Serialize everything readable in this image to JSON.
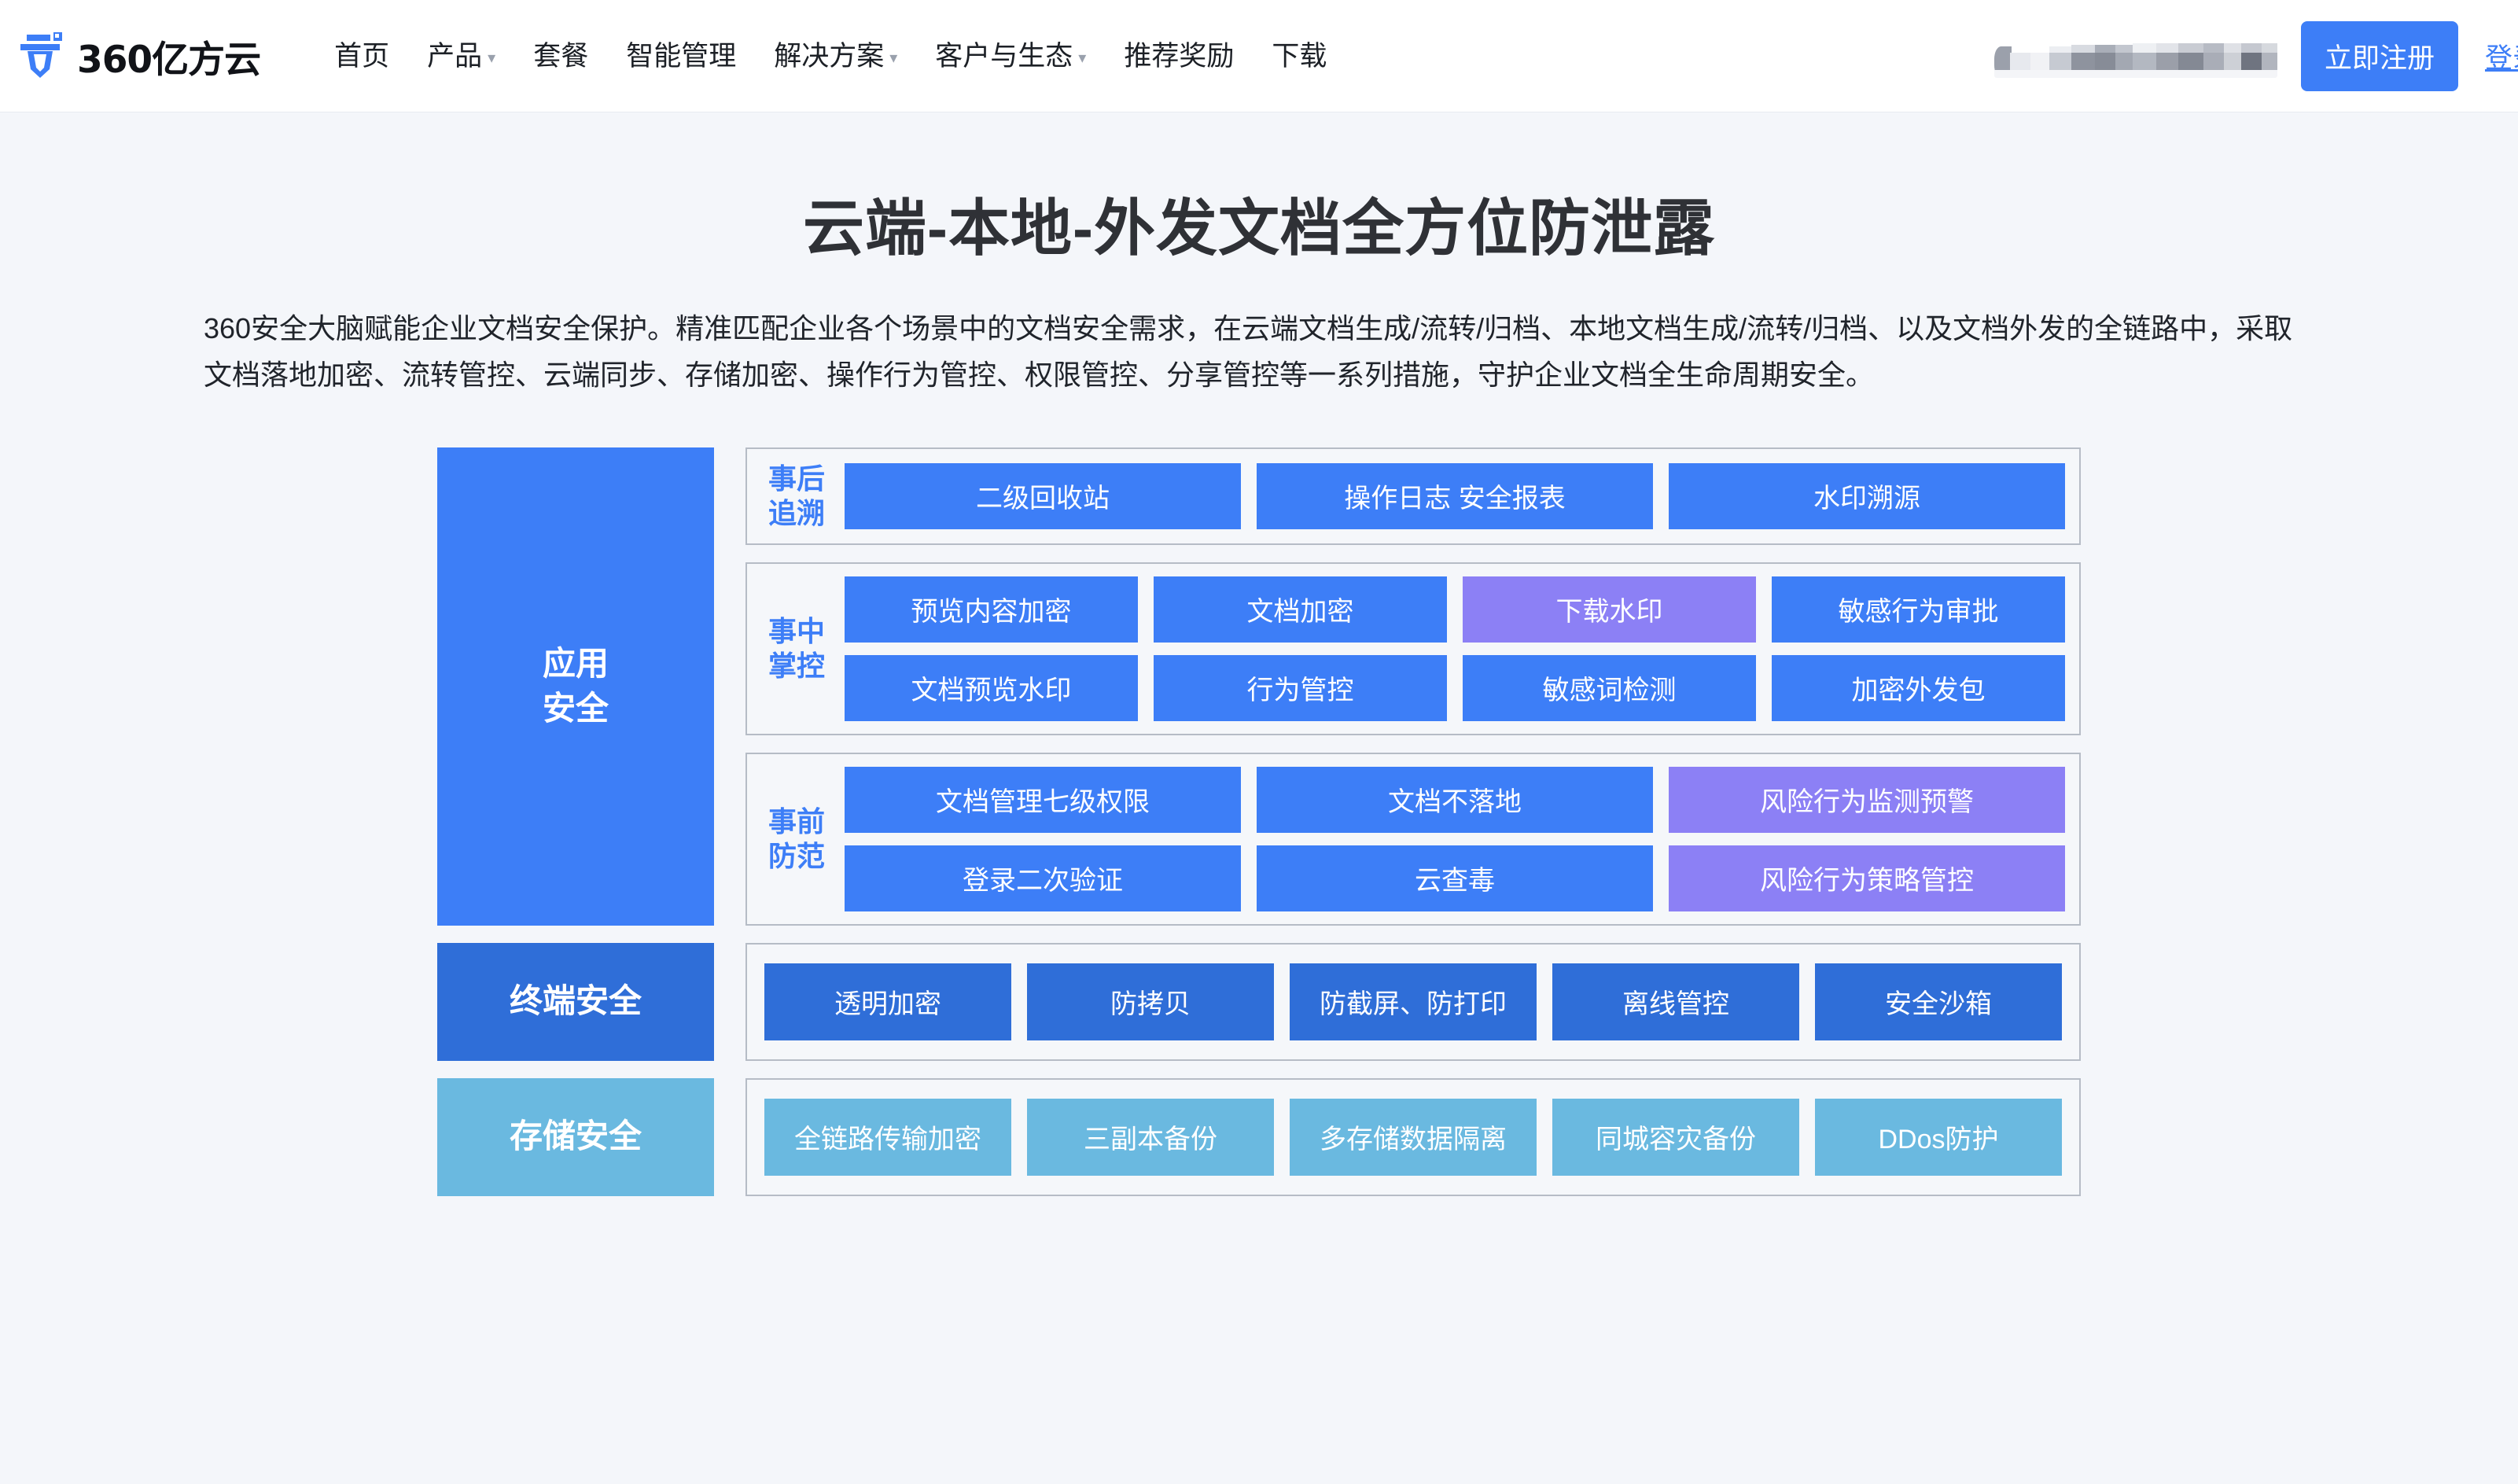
{
  "header": {
    "brand_name": "360亿方云",
    "logo_icon": "yifangyun-logo-icon",
    "nav": [
      {
        "label": "首页",
        "has_caret": false
      },
      {
        "label": "产品",
        "has_caret": true
      },
      {
        "label": "套餐",
        "has_caret": false
      },
      {
        "label": "智能管理",
        "has_caret": false
      },
      {
        "label": "解决方案",
        "has_caret": true
      },
      {
        "label": "客户与生态",
        "has_caret": true
      },
      {
        "label": "推荐奖励",
        "has_caret": false
      },
      {
        "label": "下载",
        "has_caret": false
      }
    ],
    "register_label": "立即注册",
    "login_label": "登录",
    "phone_redacted_note": ""
  },
  "hero": {
    "title": "云端-本地-外发文档全方位防泄露",
    "description": "360安全大脑赋能企业文档安全保护。精准匹配企业各个场景中的文档安全需求，在云端文档生成/流转/归档、本地文档生成/流转/归档、以及文档外发的全链路中，采取文档落地加密、流转管控、云端同步、存储加密、操作行为管控、权限管控、分享管控等一系列措施，守护企业文档全生命周期安全。"
  },
  "colors": {
    "brand_blue": "#3d7ef7",
    "dark_blue": "#2f6ed8",
    "light_blue": "#6ab9e0",
    "purple": "#8c80f5",
    "page_bg": "#f4f6fa",
    "panel_bg": "#f5f7fa",
    "panel_border": "#b6bcc6"
  },
  "diagram": {
    "layers": [
      {
        "name": "应用安全",
        "label_lines": [
          "应用",
          "安全"
        ],
        "groups": [
          {
            "name": "事后追溯",
            "label_lines": [
              "事后",
              "追溯"
            ],
            "rows": [
              [
                {
                  "label": "二级回收站",
                  "style": "blue"
                },
                {
                  "label": "操作日志  安全报表",
                  "style": "blue"
                },
                {
                  "label": "水印溯源",
                  "style": "blue"
                }
              ]
            ]
          },
          {
            "name": "事中掌控",
            "label_lines": [
              "事中",
              "掌控"
            ],
            "rows": [
              [
                {
                  "label": "预览内容加密",
                  "style": "blue"
                },
                {
                  "label": "文档加密",
                  "style": "blue"
                },
                {
                  "label": "下载水印",
                  "style": "purple"
                },
                {
                  "label": "敏感行为审批",
                  "style": "blue"
                }
              ],
              [
                {
                  "label": "文档预览水印",
                  "style": "blue"
                },
                {
                  "label": "行为管控",
                  "style": "blue"
                },
                {
                  "label": "敏感词检测",
                  "style": "blue"
                },
                {
                  "label": "加密外发包",
                  "style": "blue"
                }
              ]
            ]
          },
          {
            "name": "事前防范",
            "label_lines": [
              "事前",
              "防范"
            ],
            "rows": [
              [
                {
                  "label": "文档管理七级权限",
                  "style": "blue"
                },
                {
                  "label": "文档不落地",
                  "style": "blue"
                },
                {
                  "label": "风险行为监测预警",
                  "style": "purple"
                }
              ],
              [
                {
                  "label": "登录二次验证",
                  "style": "blue"
                },
                {
                  "label": "云查毒",
                  "style": "blue"
                },
                {
                  "label": "风险行为策略管控",
                  "style": "purple"
                }
              ]
            ]
          }
        ]
      },
      {
        "name": "终端安全",
        "label_lines": [
          "终端安全"
        ],
        "groups": [
          {
            "name": "",
            "label_lines": [],
            "rows": [
              [
                {
                  "label": "透明加密",
                  "style": "dark"
                },
                {
                  "label": "防拷贝",
                  "style": "dark"
                },
                {
                  "label": "防截屏、防打印",
                  "style": "dark"
                },
                {
                  "label": "离线管控",
                  "style": "dark"
                },
                {
                  "label": "安全沙箱",
                  "style": "dark"
                }
              ]
            ]
          }
        ]
      },
      {
        "name": "存储安全",
        "label_lines": [
          "存储安全"
        ],
        "groups": [
          {
            "name": "",
            "label_lines": [],
            "rows": [
              [
                {
                  "label": "全链路传输加密",
                  "style": "light"
                },
                {
                  "label": "三副本备份",
                  "style": "light"
                },
                {
                  "label": "多存储数据隔离",
                  "style": "light"
                },
                {
                  "label": "同城容灾备份",
                  "style": "light"
                },
                {
                  "label": "DDos防护",
                  "style": "light"
                }
              ]
            ]
          }
        ]
      }
    ]
  }
}
